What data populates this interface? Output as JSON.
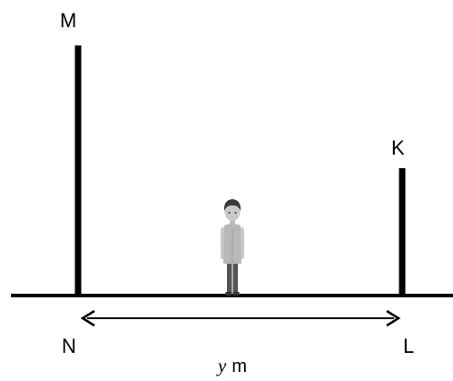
{
  "labels": {
    "tall_pole_top": "M",
    "tall_pole_base": "N",
    "short_pole_top": "K",
    "short_pole_base": "L"
  },
  "distance": {
    "variable": "y",
    "unit": "m"
  },
  "colors": {
    "line": "#000000",
    "person_skin": "#c9c9c9",
    "person_hair": "#3a3a3a",
    "person_shirt": "#b8b8b8",
    "person_trousers": "#555555"
  }
}
